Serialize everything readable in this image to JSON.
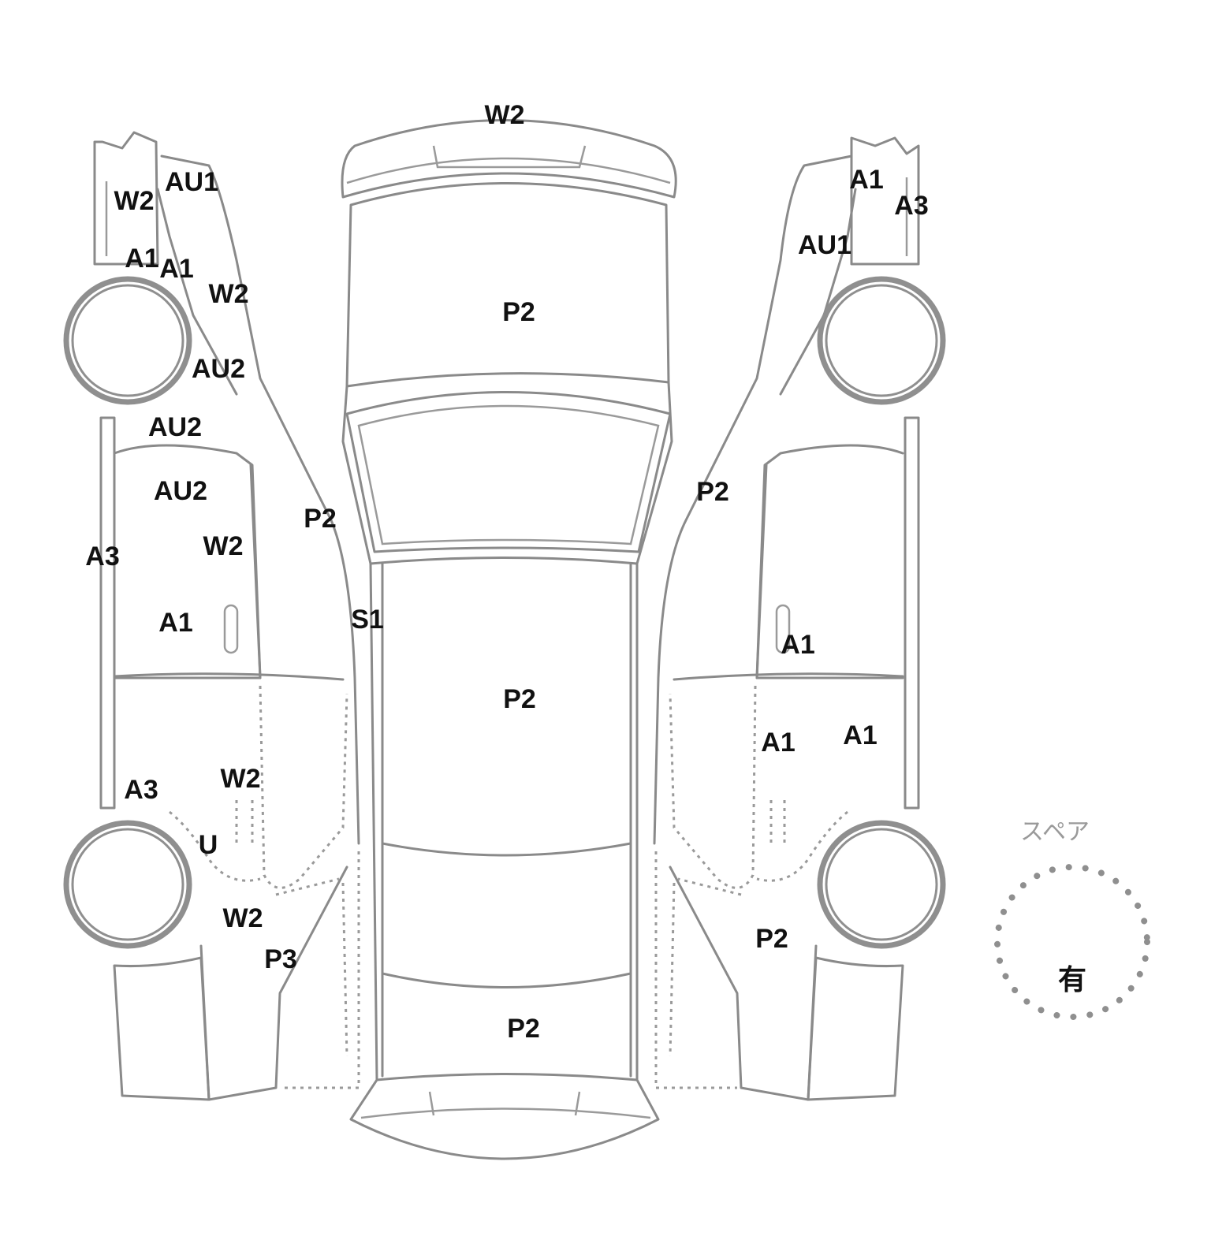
{
  "damage_codes": [
    {
      "id": "rear-top",
      "text": "W2"
    },
    {
      "id": "left-front-1",
      "text": "W2"
    },
    {
      "id": "left-front-2",
      "text": "AU1"
    },
    {
      "id": "left-front-3",
      "text": "A1"
    },
    {
      "id": "left-front-4",
      "text": "A1"
    },
    {
      "id": "left-front-5",
      "text": "W2"
    },
    {
      "id": "left-front-6",
      "text": "AU2"
    },
    {
      "id": "left-front-7",
      "text": "AU2"
    },
    {
      "id": "left-door-1",
      "text": "AU2"
    },
    {
      "id": "left-door-2",
      "text": "W2"
    },
    {
      "id": "left-pillar",
      "text": "P2"
    },
    {
      "id": "left-sill",
      "text": "A3"
    },
    {
      "id": "left-door-3",
      "text": "A1"
    },
    {
      "id": "left-step",
      "text": "S1"
    },
    {
      "id": "left-rear-1",
      "text": "A3"
    },
    {
      "id": "left-rear-2",
      "text": "W2"
    },
    {
      "id": "left-rear-3",
      "text": "U"
    },
    {
      "id": "left-rear-4",
      "text": "W2"
    },
    {
      "id": "left-rear-5",
      "text": "P3"
    },
    {
      "id": "hood",
      "text": "P2"
    },
    {
      "id": "roof",
      "text": "P2"
    },
    {
      "id": "trunk",
      "text": "P2"
    },
    {
      "id": "right-front-1",
      "text": "A1"
    },
    {
      "id": "right-front-2",
      "text": "A3"
    },
    {
      "id": "right-front-3",
      "text": "AU1"
    },
    {
      "id": "right-pillar",
      "text": "P2"
    },
    {
      "id": "right-door-1",
      "text": "A1"
    },
    {
      "id": "right-door-2",
      "text": "A1"
    },
    {
      "id": "right-door-3",
      "text": "A1"
    },
    {
      "id": "right-rear",
      "text": "P2"
    }
  ],
  "spare": {
    "title": "スペア",
    "value": "有"
  }
}
